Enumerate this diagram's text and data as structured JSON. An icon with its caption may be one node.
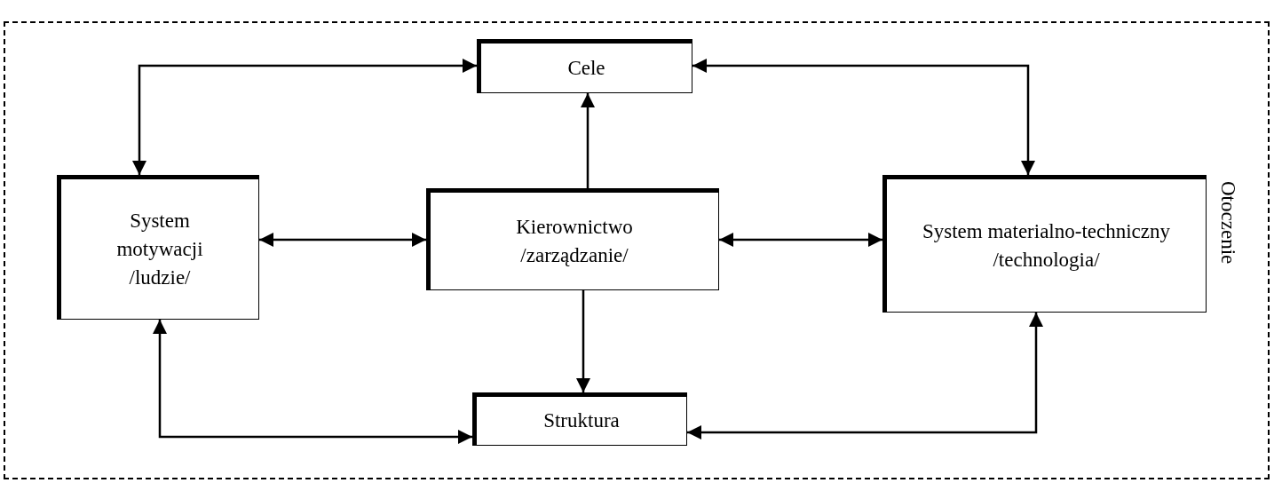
{
  "diagram": {
    "nodes": [
      {
        "text": [
          "Otoczenie"
        ]
      },
      {
        "text": [
          "Cele"
        ],
        "in": 0
      },
      {
        "text": [
          "System motywacji /ludzie/"
        ],
        "in": 0
      },
      {
        "text": [
          "Kierownictwo /zarządzanie/"
        ],
        "in": 0
      },
      {
        "text": [
          "System materialno-techniczny /technologia/"
        ],
        "in": 0
      },
      {
        "text": [
          "Struktura"
        ],
        "in": 0
      }
    ],
    "edges": [
      {
        "from": 2,
        "to": 1,
        "arrow": "both"
      },
      {
        "from": 1,
        "to": 4,
        "arrow": "both"
      },
      {
        "from": 3,
        "to": 1,
        "arrow": "to"
      },
      {
        "from": 2,
        "to": 3,
        "arrow": "both"
      },
      {
        "from": 3,
        "to": 4,
        "arrow": "both"
      },
      {
        "from": 3,
        "to": 5,
        "arrow": "to"
      },
      {
        "from": 2,
        "to": 5,
        "arrow": "both"
      },
      {
        "from": 5,
        "to": 4,
        "arrow": "both"
      }
    ]
  }
}
